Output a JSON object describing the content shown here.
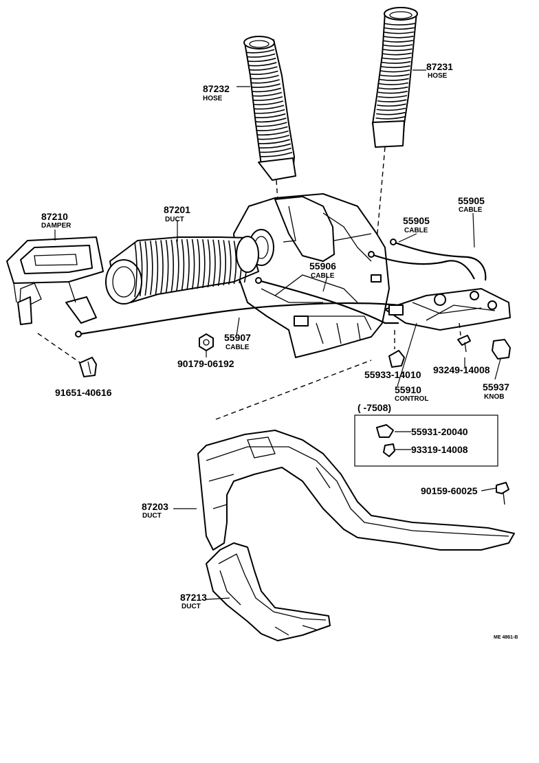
{
  "parts": [
    {
      "number": "87232",
      "name": "HOSE"
    },
    {
      "number": "87231",
      "name": "HOSE"
    },
    {
      "number": "87210",
      "name": "DAMPER"
    },
    {
      "number": "87201",
      "name": "DUCT"
    },
    {
      "number": "55905",
      "name": "CABLE"
    },
    {
      "number": "55905",
      "name": "CABLE"
    },
    {
      "number": "55906",
      "name": "CABLE"
    },
    {
      "number": "55907",
      "name": "CABLE"
    },
    {
      "number": "90179-06192",
      "name": ""
    },
    {
      "number": "91651-40616",
      "name": ""
    },
    {
      "number": "55933-14010",
      "name": ""
    },
    {
      "number": "93249-14008",
      "name": ""
    },
    {
      "number": "55910",
      "name": "CONTROL"
    },
    {
      "number": "55937",
      "name": "KNOB"
    },
    {
      "number": "55931-20040",
      "name": ""
    },
    {
      "number": "93319-14008",
      "name": ""
    },
    {
      "number": "90159-60025",
      "name": ""
    },
    {
      "number": "87203",
      "name": "DUCT"
    },
    {
      "number": "87213",
      "name": "DUCT"
    }
  ],
  "inset_label": "(      -7508)",
  "figure_code": "ME 4861-B"
}
